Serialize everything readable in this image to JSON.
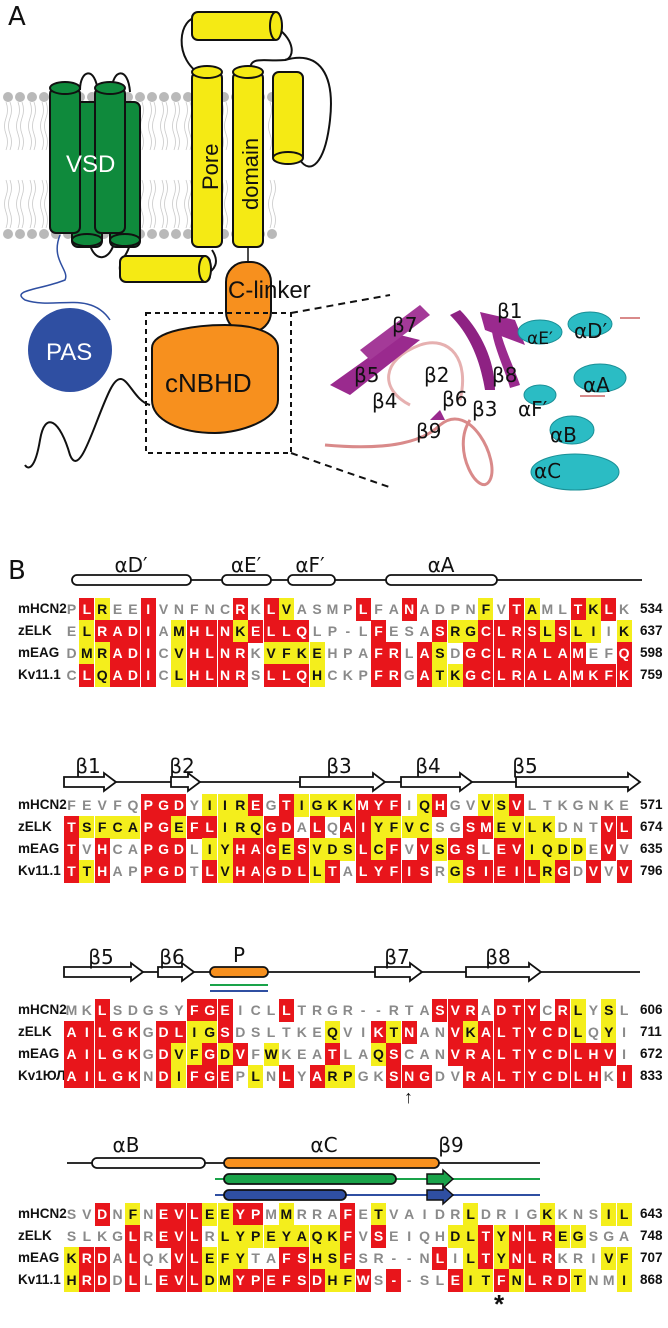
{
  "figure": {
    "panel_a": {
      "label": "A",
      "domains": {
        "vsd": "VSD",
        "pore_domain": [
          "Pore",
          "domain"
        ],
        "c_linker": "C-linker",
        "pas": "PAS",
        "cnbhd": "cNBHD"
      },
      "structure_labels": [
        "β7",
        "β1",
        "αE′",
        "αD′",
        "β5",
        "β2",
        "β8",
        "αA",
        "β4",
        "β6",
        "β3",
        "αF′",
        "β9",
        "αB",
        "αC"
      ],
      "colors": {
        "vsd": "#0f8a3c",
        "pore": "#f5ea14",
        "cnbhd": "#f7901e",
        "pas": "#2f4fa2",
        "helix": "#2bbcc4",
        "strand": "#9a2a8e",
        "loop": "#d98a8a"
      }
    },
    "panel_b": {
      "label": "B",
      "sequence_names": [
        "mHCN2",
        "zELK",
        "mEAG",
        "Kv11.1"
      ],
      "blocks": [
        {
          "ss_top": [
            {
              "type": "helix",
              "label": "αD′"
            },
            {
              "type": "helix",
              "label": "αE′"
            },
            {
              "type": "helix",
              "label": "αF′"
            },
            {
              "type": "helix",
              "label": "αA"
            }
          ],
          "names": [
            "mHCN2",
            "zELK",
            "mEAG",
            "Kv11.1"
          ],
          "seqs": [
            "PLREEIVNFNCRKLVASMPLFANADPNFVTAMLTKLK",
            "ELRADIAMHLNKELLQLP-LFESASRGCLRSLSLIIK",
            "DMRADICVHLNRKVFKEHPAFRLASDGCLRALAMEFQ",
            "CLQADICLHLNRSLLQHCKPFRGATKGCLRALAMKFK"
          ],
          "colors": [
            "nryndrnnnnnrnryn nnnrnnrnnnnynrynnryr",
            "nyrrrrnyrrryrrrrnnnnrnnnryyrrrryryyny",
            "nyyrrrnyrrrrnyyyynnnrrnrynrrrrrrrrnwry",
            "nryrrrnyrrrrnrrrynnnrrnryyrrrrrrrrrrr"
          ],
          "ends": [
            "534",
            "637",
            "598",
            "759"
          ]
        },
        {
          "ss_top": [
            {
              "type": "strand",
              "label": "β1"
            },
            {
              "type": "strand",
              "label": "β2"
            },
            {
              "type": "strand",
              "label": "β3"
            },
            {
              "type": "strand",
              "label": "β4"
            },
            {
              "type": "strand",
              "label": "β5"
            }
          ],
          "names": [
            "mHCN2",
            "zELK",
            "mEAG",
            "Kv11.1"
          ],
          "seqs": [
            "FEVFQPGDYIIREGTIGKKMYFIQHGVVSVLTKGNKE",
            "TSFCAPGEFLIRQGDALQAIYFVCSGSMEVLKDNTVL",
            "TVHCAPGDLIYHAGESVDSLCFVVSGSLEVIQDDEVV",
            "TTHAPPGDTLVHAGDLLTALYFISRGSIEILRGDVVV"
          ],
          "colors": [
            "nnnnnrrrnyyyrnryyyyrrrnyrnnyyrnnnnnn",
            "ryyyyrryrryyyrrnrnrryyyynnrryyyynnnrr",
            "rwrnnrrrnyyrrryryyyryrwryrrnrryyyynrnrr",
            "ryrnnrrrnryrrrrryrnrrrrrnyrrrrryrnrnrr"
          ],
          "ends": [
            "571",
            "674",
            "635",
            "796"
          ]
        },
        {
          "ss_top": [
            {
              "type": "strand",
              "label": "β5"
            },
            {
              "type": "strand",
              "label": "β6"
            },
            {
              "type": "helix_colored",
              "label": "P",
              "color": "#f7901e"
            },
            {
              "type": "strand",
              "label": "β7"
            },
            {
              "type": "strand",
              "label": "β8"
            }
          ],
          "names": [
            "mHCN2",
            "zELK",
            "mEAG",
            "Kv1ЮЛ"
          ],
          "seqs": [
            "MKLSDGSYFGEICLLTRGR--RTASVRADTYCRLYSL",
            "AILGKGDLIGSDSLTKEQVIKTNANVKALTYCDLQYI",
            "AILGKGDVFGDVFWKEATLAQSCANVRALTYCDLHVI",
            "AILGKNDIFGEPLNLYARPGKSNGDVRALTYCDLHKI"
          ],
          "colors": [
            "nnrnnnnnrrrnnnrnnnnnnnnnrrrnrrrnryny",
            "rrrrrnrryyrnnnnnnynnryrnnryrrrrrryny",
            "rrrrrnryyryrnynnnrnnyrnnnrrrrrrrrrrrny",
            "rrrrrnryrrrnynrnryynnrrrnnrrrrrrrrrnr"
          ],
          "ends": [
            "606",
            "711",
            "672",
            "833"
          ],
          "marker_arrow": "↑"
        },
        {
          "ss_top": [
            {
              "type": "helix",
              "label": "αB"
            },
            {
              "type": "helix_colored",
              "label": "αC",
              "color": "#f7901e"
            },
            {
              "type": "strand",
              "label": "β9"
            }
          ],
          "names": [
            "mHCN2",
            "zELK",
            "mEAG",
            "Kv11.1"
          ],
          "seqs": [
            "SVDNFNEVLEEYPMMRRAFETVAIDRLDRIGKKNSIL",
            "SLKGLREVLRLYPEYAQKFVSEIQHDLTYNLREGSGA",
            "KRDALQKVLEFYTAFSHSFSR--NLILTYNLRKRIVF",
            "HRDDLLEVLDMYPEFSDHFWS--SLEITFNLRDTNMI"
          ],
          "colors": [
            "nnrnynrrryyrrnynnnrnynnnnnynnnnynnnyy",
            "nnnnrnrrrnyyyyyyyyrnrnnnnyyryrrryynnn",
            "yrrnrnnrryyynnrryyrnnnnnrnyryrrrnnnyy",
            "yrrnrnrrryyrrrrrryyrnrnnnryyryrrrynnyy"
          ],
          "ends": [
            "643",
            "748",
            "707",
            "868"
          ],
          "marker_star": "*"
        }
      ]
    }
  }
}
